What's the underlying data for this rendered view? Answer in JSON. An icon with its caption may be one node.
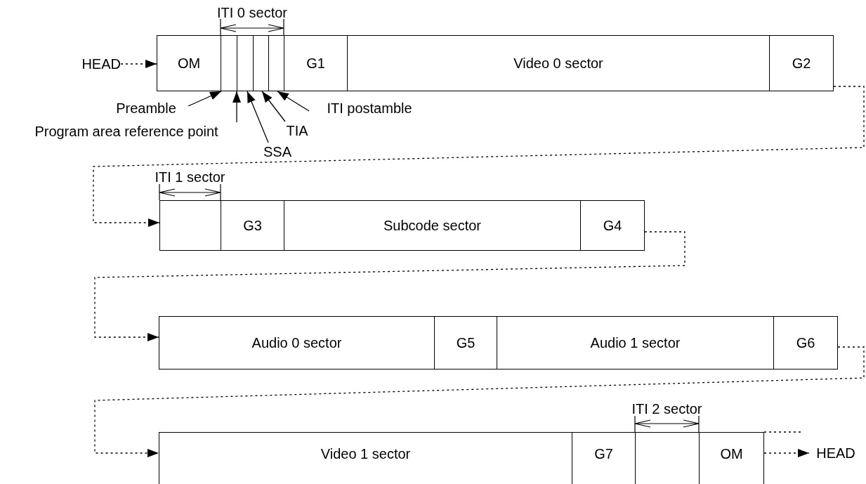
{
  "diagram": {
    "nodes": [
      {
        "text": [
          "HEAD"
        ]
      },
      {
        "text": [
          "OM"
        ]
      },
      {
        "text": [],
        "shape": "box"
      },
      {
        "text": [],
        "shape": "box"
      },
      {
        "text": [],
        "shape": "box"
      },
      {
        "text": [],
        "shape": "box"
      },
      {
        "text": [
          "G1"
        ]
      },
      {
        "text": [
          "Video 0 sector"
        ]
      },
      {
        "text": [
          "G2"
        ]
      },
      {
        "text": [
          "Preamble"
        ]
      },
      {
        "text": [
          "Program area reference point"
        ]
      },
      {
        "text": [
          "SSA"
        ]
      },
      {
        "text": [
          "TIA"
        ]
      },
      {
        "text": [
          "ITI postamble"
        ]
      },
      {
        "text": [],
        "shape": "box"
      },
      {
        "text": [
          "G3"
        ]
      },
      {
        "text": [
          "Subcode sector"
        ]
      },
      {
        "text": [
          "G4"
        ]
      },
      {
        "text": [
          "Audio 0 sector"
        ]
      },
      {
        "text": [
          "G5"
        ]
      },
      {
        "text": [
          "Audio 1 sector"
        ]
      },
      {
        "text": [
          "G6"
        ]
      },
      {
        "text": [
          "Video 1 sector"
        ]
      },
      {
        "text": [
          "G7"
        ]
      },
      {
        "text": [],
        "shape": "box"
      },
      {
        "text": [
          "OM"
        ]
      },
      {
        "text": [
          "HEAD"
        ]
      }
    ],
    "edges": [
      {
        "from": 0,
        "to": 1,
        "arrow": "to",
        "style": "dashed"
      },
      {
        "from": 9,
        "to": 2,
        "arrow": "to"
      },
      {
        "from": 10,
        "to": 2,
        "arrow": "to"
      },
      {
        "from": 11,
        "to": 3,
        "arrow": "to"
      },
      {
        "from": 12,
        "to": 4,
        "arrow": "to"
      },
      {
        "from": 13,
        "to": 5,
        "arrow": "to"
      },
      {
        "from": 8,
        "to": 14,
        "arrow": "to",
        "style": "dashed"
      },
      {
        "from": 17,
        "to": 18,
        "arrow": "to",
        "style": "dashed"
      },
      {
        "from": 21,
        "to": 22,
        "arrow": "to",
        "style": "dashed"
      },
      {
        "from": 25,
        "to": 26,
        "arrow": "to",
        "style": "dashed"
      },
      {
        "from": 25,
        "to": null,
        "arrow": "none",
        "style": "dashed"
      }
    ],
    "labels": [
      "ITI 0 sector",
      "ITI 1 sector",
      "ITI 2 sector"
    ]
  }
}
